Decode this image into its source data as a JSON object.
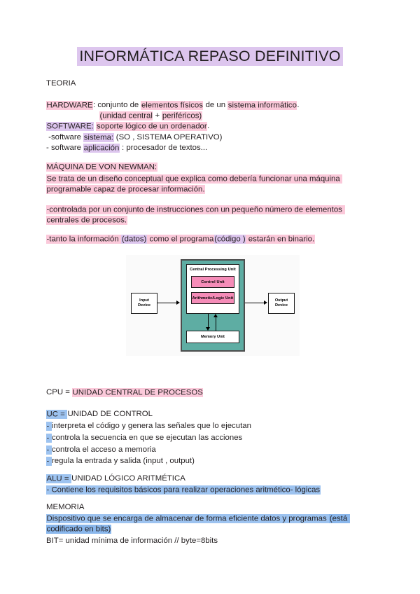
{
  "document": {
    "title": "INFORMÁTICA REPASO DEFINITIVO",
    "section_label": "TEORIA"
  },
  "hardware": {
    "term": "HARDWARE",
    "l1_a": ": conjunto de ",
    "l1_b": "elementos físicos",
    "l1_c": " de un ",
    "l1_d": "sistema informático",
    "l1_e": ".",
    "l2_a": "(unidad central",
    "l2_b": " + ",
    "l2_c": "periféricos)"
  },
  "software": {
    "term": "SOFTWARE:",
    "definition": "soporte lógico de un ordenador",
    "period": ".",
    "l3_a": " -software ",
    "l3_b": "sistema:",
    "l3_c": " (SO , SISTEMA OPERATIVO)",
    "l4_a": "- software ",
    "l4_b": "aplicación",
    "l4_c": " : procesador de textos..."
  },
  "von_neumann": {
    "heading": "MÁQUINA DE VON NEWMAN:",
    "p1": "Se trata de un diseño conceptual que explica como debería funcionar una máquina programable capaz de procesar información.",
    "p2": "-controlada por un conjunto de instrucciones con un pequeño número de elementos centrales de procesos.",
    "p3_a": "-tanto la información ",
    "p3_b": "(datos)",
    "p3_c": " como el programa",
    "p3_d": "(código )",
    "p3_e": " estarán en binario."
  },
  "diagram": {
    "cpu_label": "Central Processing Unit",
    "control_unit": "Control Unit",
    "alu": "Arithmetic/Logic Unit",
    "memory_unit": "Memory Unit",
    "input_device_line1": "Input",
    "input_device_line2": "Device",
    "output_device_line1": "Output",
    "output_device_line2": "Device",
    "colors": {
      "cpu_container": "#5eada3",
      "unit_box": "#f58cb8",
      "background": "#fafafa",
      "outline": "#1a1a1a"
    }
  },
  "cpu_section": {
    "cpu_a": "CPU = ",
    "cpu_b": "UNIDAD CENTRAL DE PROCESOS",
    "uc_a": "UC = ",
    "uc_b": "UNIDAD DE CONTROL",
    "bullets": [
      {
        "mark": "- ",
        "text": "interpreta el código y genera las señales que lo ejecutan"
      },
      {
        "mark": "- ",
        "text": "controla la secuencia en que se ejecutan las acciones"
      },
      {
        "mark": "- ",
        "text": "controla el acceso a memoria"
      },
      {
        "mark": "- ",
        "text": "regula la entrada y salida (input , output)"
      }
    ],
    "alu_a": "ALU = ",
    "alu_b": "UNIDAD LÓGICO ARITMÉTICA",
    "alu_bullet": "- Contiene los requisitos básicos para realizar operaciones aritmético- lógicas"
  },
  "memory_section": {
    "heading": "MEMORIA",
    "p_a": "Dispositivo que se encarga de almacenar de forma eficiente datos y programas ",
    "p_b": "(está codificado en bits)",
    "bit_line": "BIT= unidad mínima de información // byte=8bits"
  },
  "highlight_colors": {
    "purple": "#ddc6ee",
    "pink": "#fbc9da",
    "blue": "#9dc3f0",
    "blue_dark": "#8ab7ec"
  }
}
